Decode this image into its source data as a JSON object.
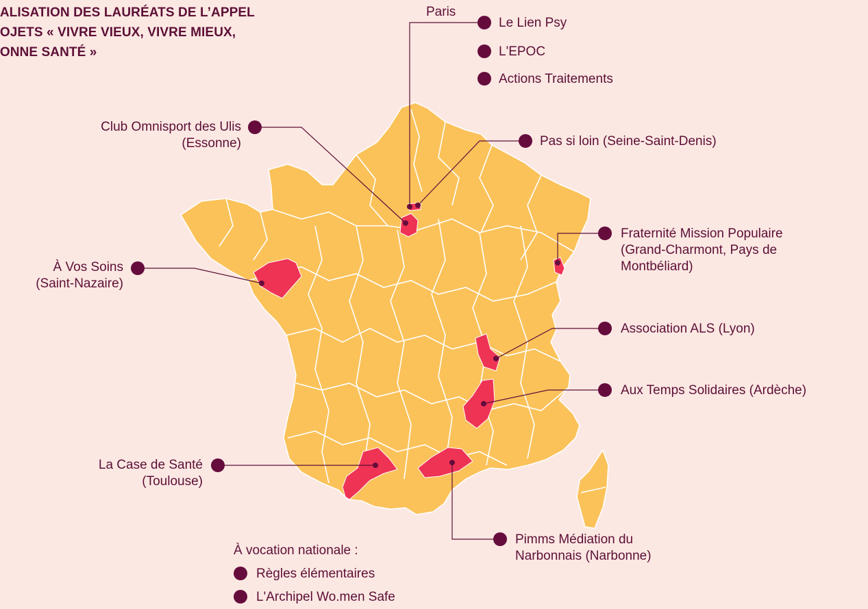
{
  "title": {
    "line1": "CALISATION DES LAURÉATS DE L’APPEL",
    "line2": "ROJETS « VIVRE VIEUX, VIVRE MIEUX,",
    "line3": "BONNE SANTÉ »"
  },
  "colors": {
    "background": "#FCE8E3",
    "region_fill": "#FBC25A",
    "highlight_fill": "#EF3355",
    "marker": "#650C3D",
    "text": "#5C0F36"
  },
  "paris": {
    "label": "Paris",
    "items": [
      "Le Lien Psy",
      "L'EPOC",
      "Actions Traitements"
    ]
  },
  "laureates": {
    "ulis": {
      "line1": "Club Omnisport des Ulis",
      "line2": "(Essonne)"
    },
    "pas_si_loin": {
      "line1": "Pas si loin (Seine-Saint-Denis)"
    },
    "fraternite": {
      "line1": "Fraternité Mission Populaire",
      "line2": "(Grand-Charmont, Pays de",
      "line3": "Montbéliard)"
    },
    "vos_soins": {
      "line1": "À Vos Soins",
      "line2": "(Saint-Nazaire)"
    },
    "als": {
      "line1": "Association ALS (Lyon)"
    },
    "temps_solidaires": {
      "line1": "Aux Temps Solidaires (Ardèche)"
    },
    "case_sante": {
      "line1": "La Case de Santé",
      "line2": "(Toulouse)"
    },
    "pimms": {
      "line1": "Pimms Médiation du",
      "line2": "Narbonnais (Narbonne)"
    }
  },
  "national": {
    "heading": "À vocation nationale :",
    "items": [
      "Règles élémentaires",
      "L'Archipel Wo.men Safe"
    ]
  }
}
